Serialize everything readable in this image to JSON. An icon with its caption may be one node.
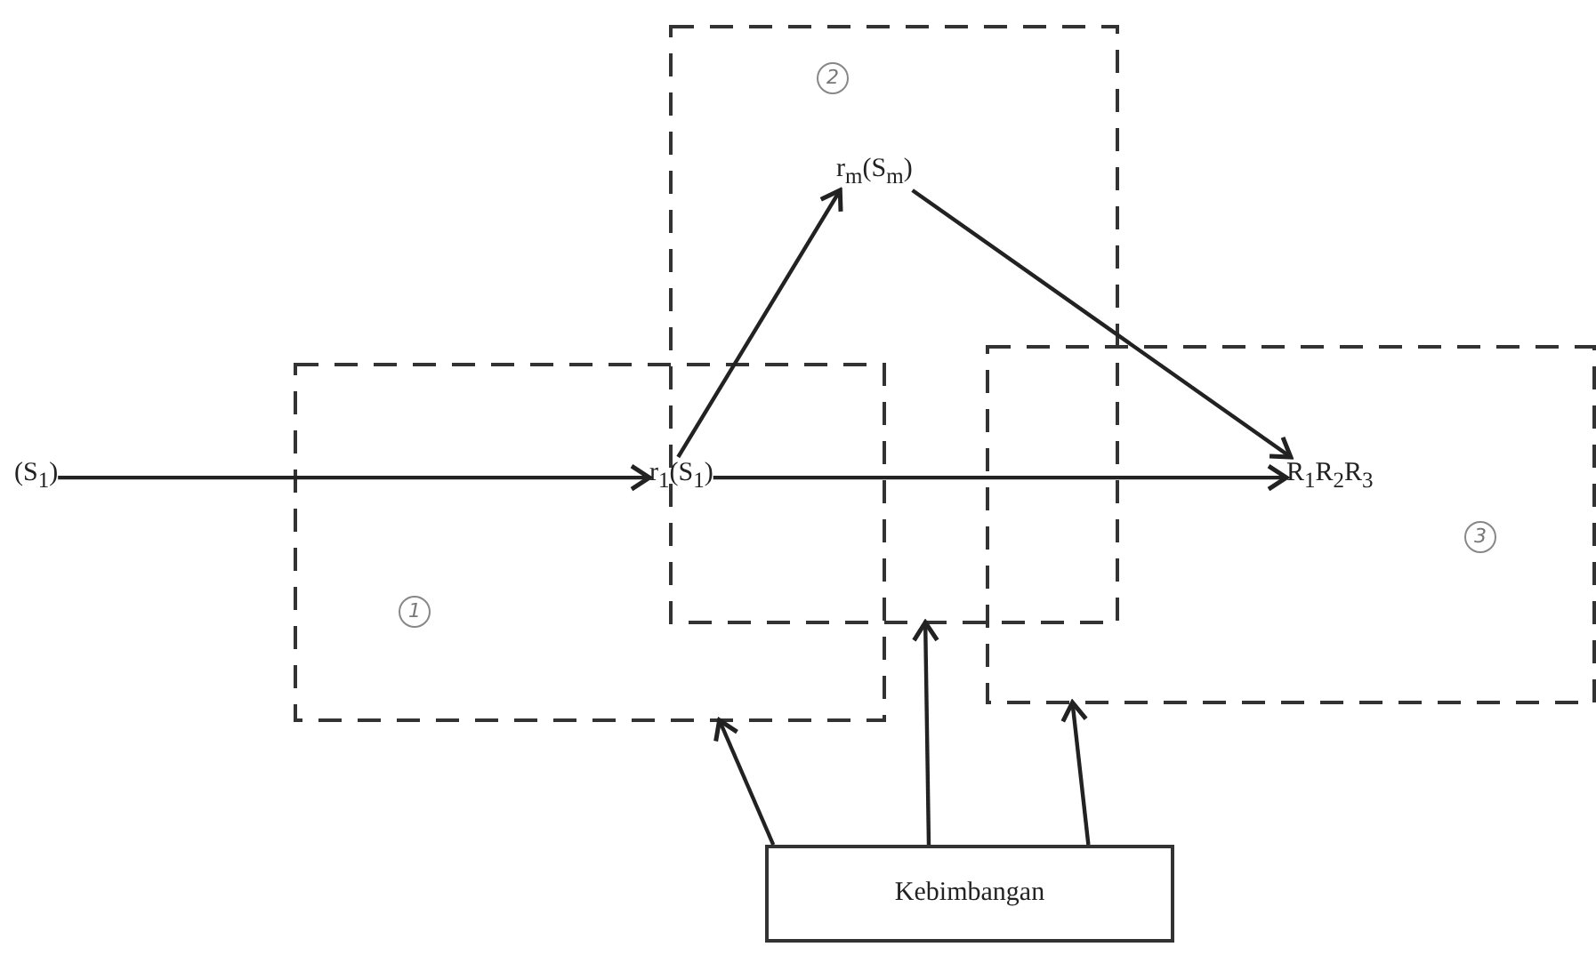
{
  "diagram": {
    "nodes": [
      {
        "text": [
          "1"
        ]
      },
      {
        "text": [
          "2"
        ]
      },
      {
        "text": [
          "3"
        ]
      },
      {
        "text": [
          "(S$_{1}$)"
        ]
      },
      {
        "text": [
          "r$_{1}$(S$_{1}$)"
        ],
        "in": 0
      },
      {
        "text": [
          "r$_{m}$(S$_{m}$)"
        ],
        "in": 1
      },
      {
        "text": [
          "R$_{1}$R$_{2}$R$_{3}$"
        ],
        "in": 2
      },
      {
        "text": [
          "Kebimbangan"
        ]
      }
    ],
    "edges": [
      {
        "from": 3,
        "to": 4,
        "arrow": "to"
      },
      {
        "from": 4,
        "to": 5,
        "arrow": "to"
      },
      {
        "from": 5,
        "to": 6,
        "arrow": "to"
      },
      {
        "from": 4,
        "to": 6,
        "arrow": "to"
      },
      {
        "from": 7,
        "to": 0,
        "arrow": "to"
      },
      {
        "from": 7,
        "to": 1,
        "arrow": "to"
      },
      {
        "from": 7,
        "to": 2,
        "arrow": "to"
      }
    ]
  }
}
